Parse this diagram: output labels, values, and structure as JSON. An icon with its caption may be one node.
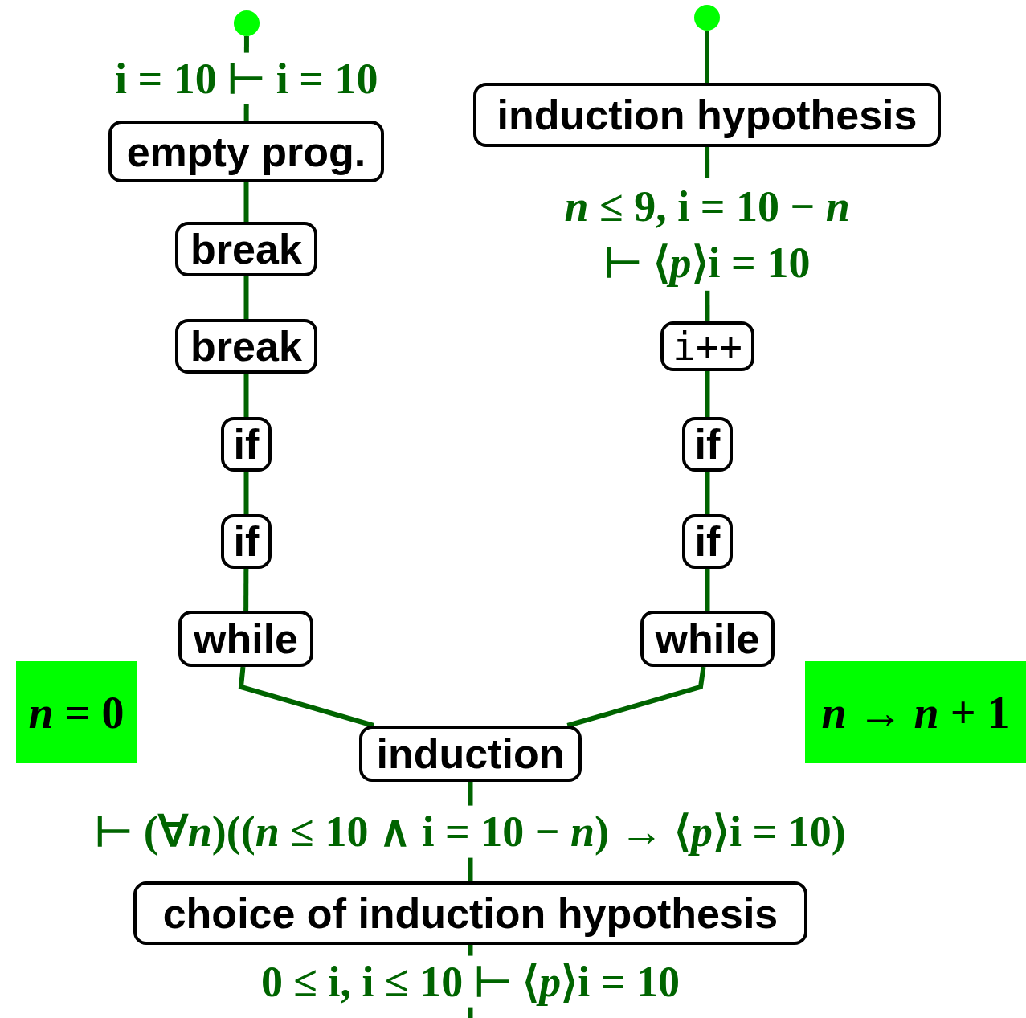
{
  "diagram": {
    "nodes": [
      {
        "text": [],
        "shape": "circle"
      },
      {
        "text": [],
        "shape": "circle"
      },
      {
        "text": [
          "induction hypothesis"
        ]
      },
      {
        "text": [
          "empty prog."
        ]
      },
      {
        "text": [
          "break"
        ]
      },
      {
        "text": [
          "break"
        ]
      },
      {
        "text": [
          "i++"
        ]
      },
      {
        "text": [
          "if"
        ]
      },
      {
        "text": [
          "if"
        ]
      },
      {
        "text": [
          "if"
        ]
      },
      {
        "text": [
          "if"
        ]
      },
      {
        "text": [
          "while"
        ]
      },
      {
        "text": [
          "while"
        ]
      },
      {
        "text": [
          "*n* = 0"
        ]
      },
      {
        "text": [
          "*n* → *n* + 1"
        ]
      },
      {
        "text": [
          "induction"
        ]
      },
      {
        "text": [
          "choice of induction hypothesis"
        ]
      }
    ],
    "edges": [
      {
        "from": 0,
        "to": 3,
        "arrow": "none",
        "label": "i = 10 ⊢ i = 10"
      },
      {
        "from": 3,
        "to": 4,
        "arrow": "none"
      },
      {
        "from": 4,
        "to": 5,
        "arrow": "none"
      },
      {
        "from": 5,
        "to": 7,
        "arrow": "none"
      },
      {
        "from": 7,
        "to": 9,
        "arrow": "none"
      },
      {
        "from": 9,
        "to": 11,
        "arrow": "none"
      },
      {
        "from": 11,
        "to": 15,
        "arrow": "none"
      },
      {
        "from": 1,
        "to": 2,
        "arrow": "none"
      },
      {
        "from": 2,
        "to": 6,
        "arrow": "none",
        "label": "*n* ≤ 9, i = 10 − *n* ⊢ ⟨*p*⟩i = 10"
      },
      {
        "from": 6,
        "to": 8,
        "arrow": "none"
      },
      {
        "from": 8,
        "to": 10,
        "arrow": "none"
      },
      {
        "from": 10,
        "to": 12,
        "arrow": "none"
      },
      {
        "from": 12,
        "to": 15,
        "arrow": "none"
      },
      {
        "from": 15,
        "to": 16,
        "arrow": "none",
        "label": "⊢ (∀*n*)((*n* ≤ 10 ∧ i = 10 − *n*) → ⟨*p*⟩i = 10)"
      },
      {
        "from": 16,
        "to": null,
        "arrow": "none",
        "label": "0 ≤ i, i ≤ 10 ⊢ ⟨*p*⟩i = 10"
      }
    ]
  }
}
